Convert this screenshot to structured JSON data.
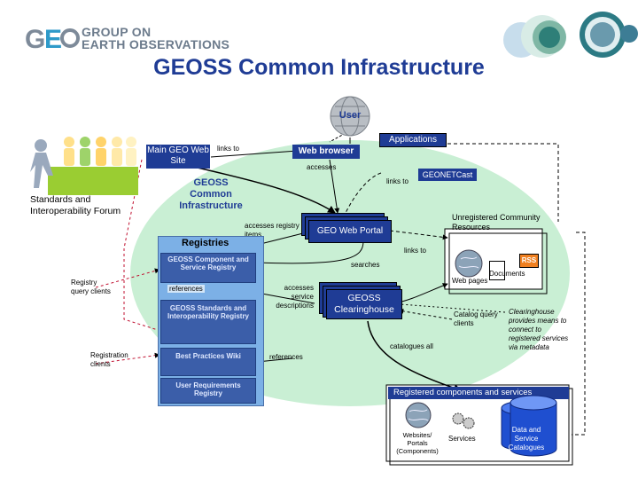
{
  "header": {
    "org_line1": "GROUP ON",
    "org_line2": "EARTH OBSERVATIONS",
    "title": "GEOSS Common Infrastructure"
  },
  "diagram": {
    "user": "User",
    "applications": "Applications",
    "main_geo_site": "Main GEO Web Site",
    "links_to_1": "links to",
    "web_browser": "Web browser",
    "accesses": "accesses",
    "links_to_2": "links to",
    "geonetcast": "GEONETCast",
    "forum": "Standards and Interoperability Forum",
    "gci_label": "GEOSS Common Infrastructure",
    "accesses_registry": "accesses registry items",
    "geo_portal": "GEO Web Portal",
    "unregistered": "Unregistered Community Resources",
    "registries_title": "Registries",
    "reg_component": "GEOSS Component and Service Registry",
    "references_1": "references",
    "reg_standards": "GEOSS Standards and Interoperability Registry",
    "reg_best": "Best Practices Wiki",
    "reg_user": "User Requirements Registry",
    "registry_query_clients": "Registry query clients",
    "registration_clients": "Registration clients",
    "accesses_service": "accesses service descriptions",
    "references_2": "references",
    "searches": "searches",
    "links_to_3": "links to",
    "clearinghouse": "GEOSS Clearinghouse",
    "catalog_query_clients": "Catalog query clients",
    "clearinghouse_note": "Clearinghouse provides means to connect to registered services via metadata",
    "catalogues_all": "catalogues all",
    "web_pages": "Web pages",
    "documents": "Documents",
    "rss": "RSS",
    "registered_title": "Registered components and services",
    "websites": "Websites/ Portals (Components)",
    "services": "Services",
    "data_service": "Data and Service Catalogues"
  },
  "colors": {
    "title_blue": "#1f3c95",
    "ellipse_green": "#c9efd4",
    "registry_blue": "#3b5ea9",
    "forum_green": "#9acd32"
  }
}
